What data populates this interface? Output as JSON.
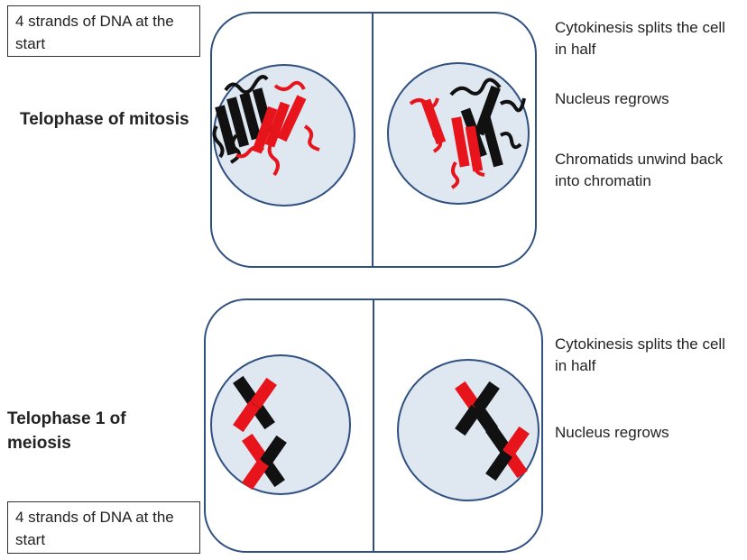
{
  "start_box_top": "4 strands of DNA at the start",
  "start_box_bottom": "4 strands of DNA at the start",
  "mitosis": {
    "title": "Telophase of mitosis",
    "notes": [
      "Cytokinesis splits the cell in half",
      "Nucleus regrows",
      "Chromatids unwind back into chromatin"
    ]
  },
  "meiosis": {
    "title": "Telophase 1 of meiosis",
    "notes": [
      "Cytokinesis splits the cell in half",
      "Nucleus regrows"
    ]
  },
  "colors": {
    "cell_border": "#2f5080",
    "nucleus_fill": "#dfe7f1",
    "chromosome_red": "#e8141c",
    "chromosome_black": "#111111"
  }
}
